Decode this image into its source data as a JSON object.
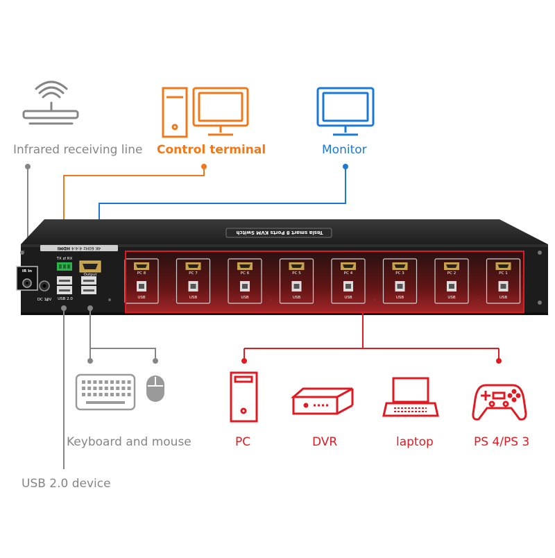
{
  "labels": {
    "infrared": "Infrared receiving line",
    "control": "Control terminal",
    "monitor": "Monitor",
    "keyboard_mouse": "Keyboard and mouse",
    "usb_device": "USB 2.0 device",
    "pc": "PC",
    "dvr": "DVR",
    "laptop": "laptop",
    "ps": "PS 4/PS 3"
  },
  "device": {
    "brand": "Tesla smart",
    "model_label": "8 Ports KVM Switch",
    "panel_logo": "HDMI",
    "resolution_label": "4K 60Hz 4:4:4",
    "ir_in": "IR In",
    "dc": "DC 12V",
    "tx_rx": "TX ⇄ RX",
    "output": "Output",
    "usb20": "USB 2.0",
    "usb": "USB",
    "pcs": [
      "PC 8",
      "PC 7",
      "PC 6",
      "PC 5",
      "PC 4",
      "PC 3",
      "PC 2",
      "PC 1"
    ]
  },
  "colors": {
    "grey": "#858585",
    "orange": "#f07818",
    "blue": "#1a78d8",
    "red": "#e11a22",
    "chassis": "#1c1c1c"
  }
}
